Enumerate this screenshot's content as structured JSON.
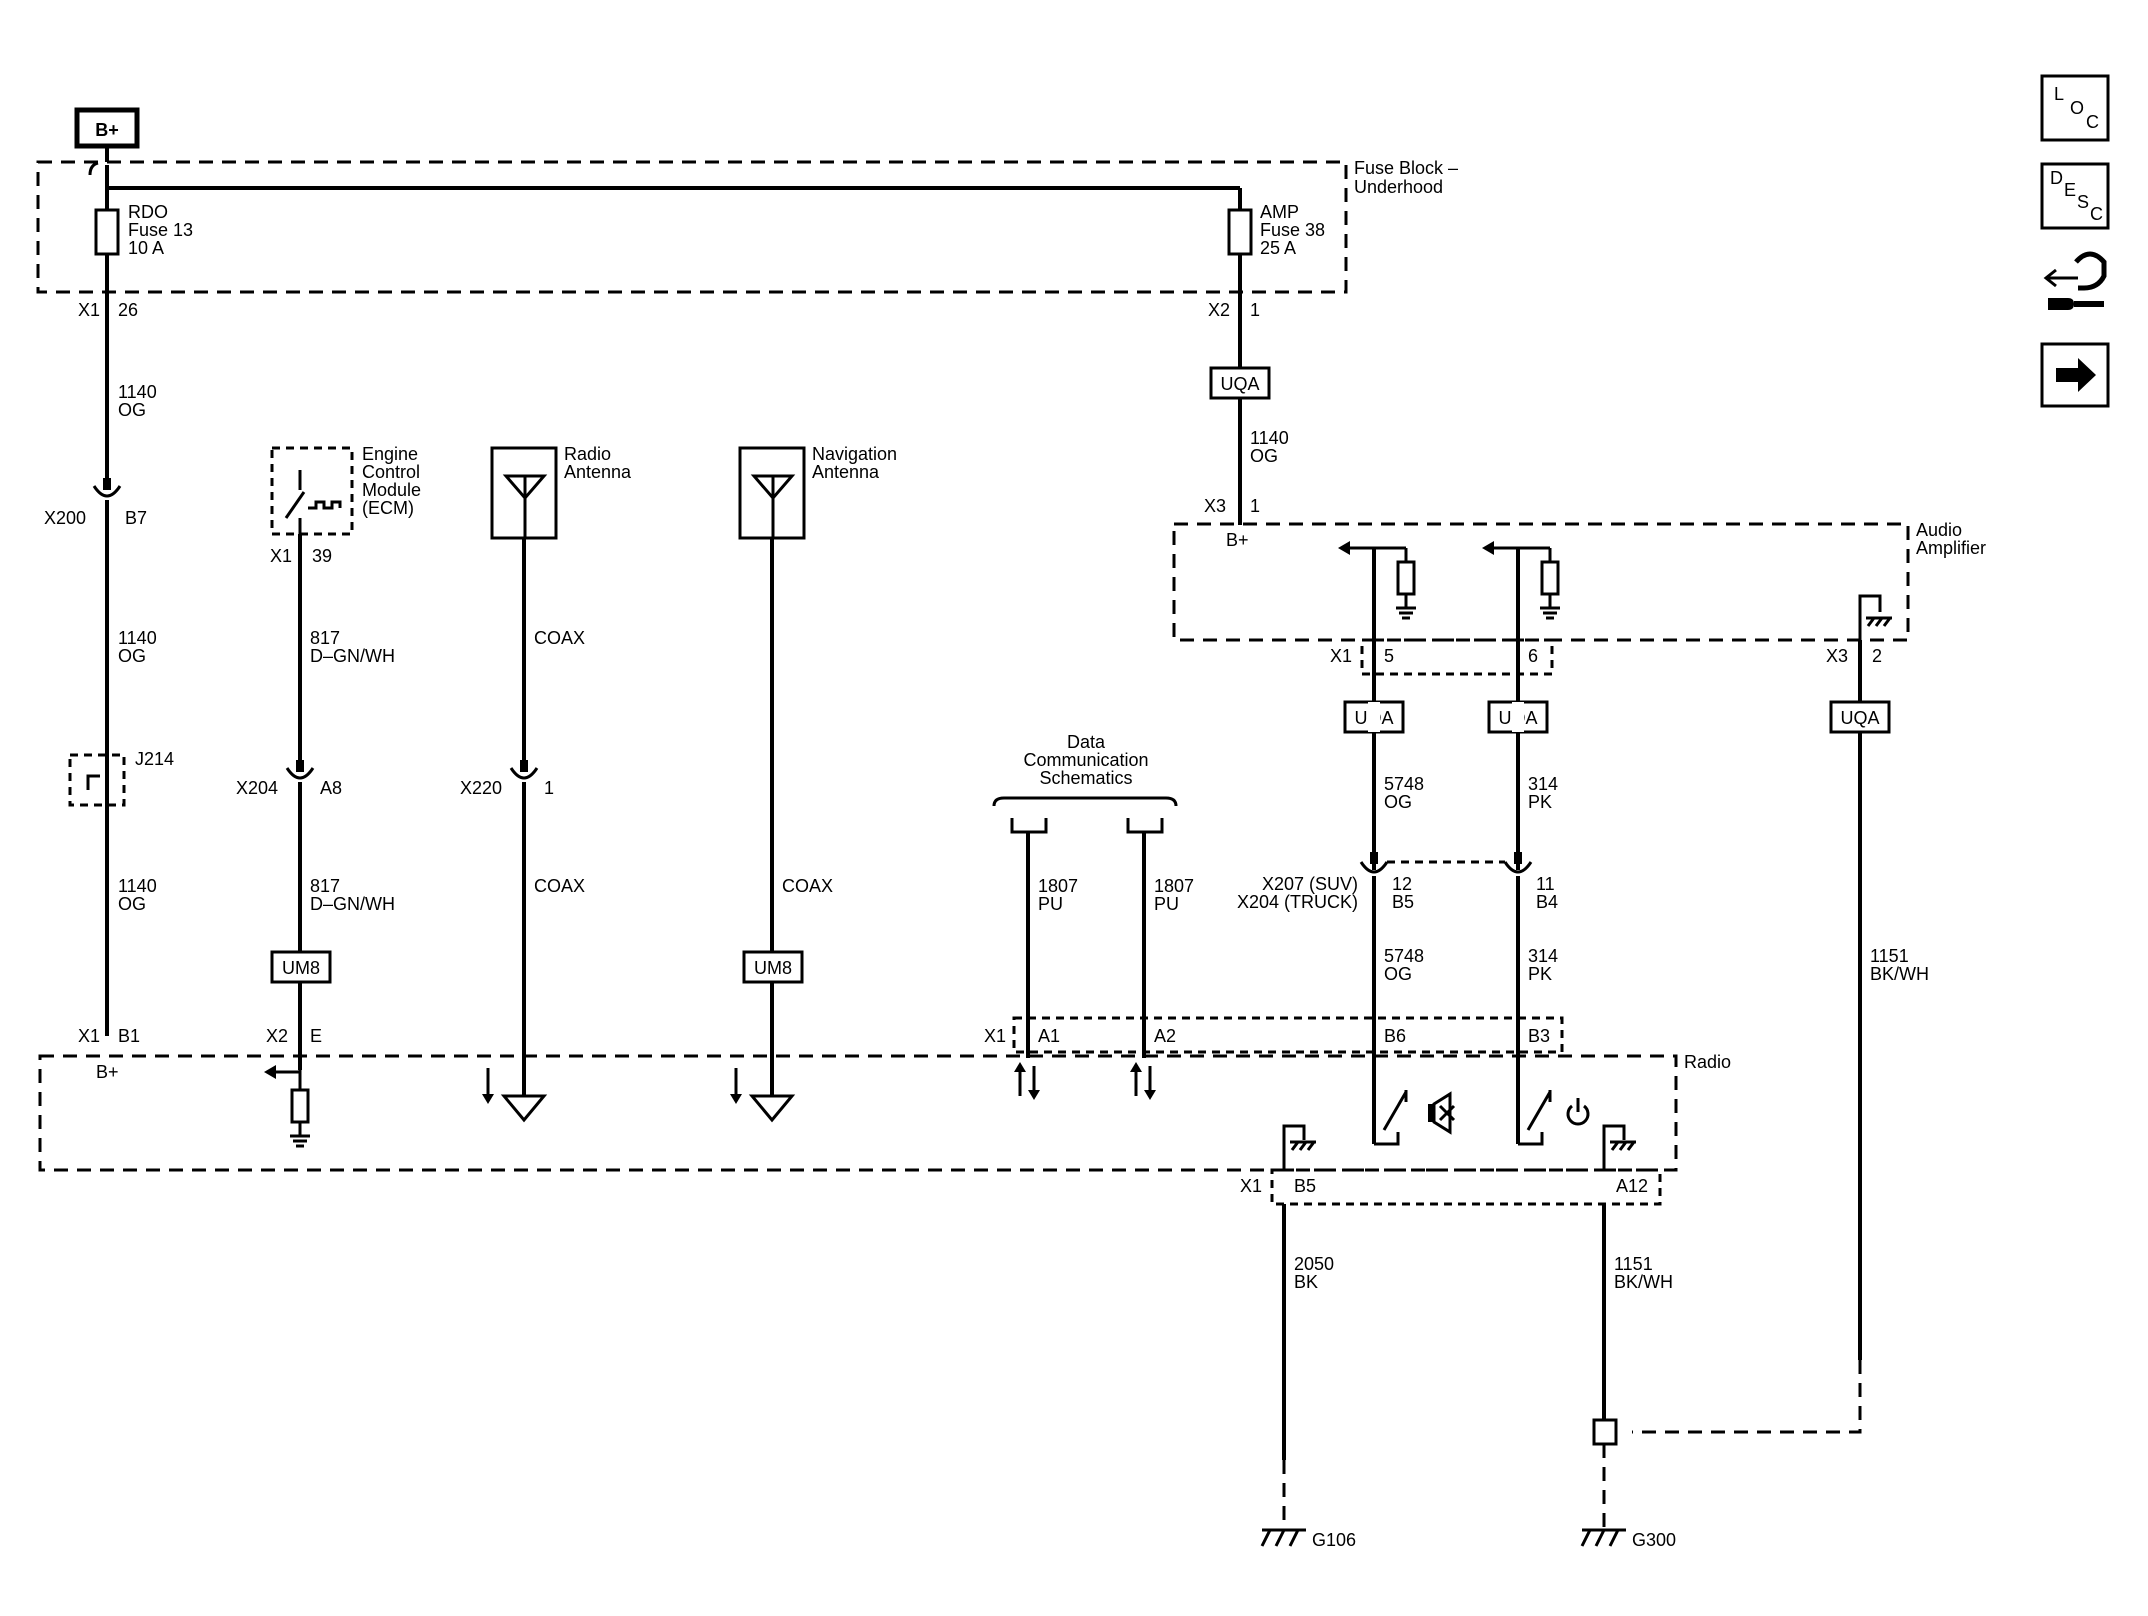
{
  "power": {
    "label": "B+"
  },
  "fuse_block": {
    "title_line1": "Fuse Block –",
    "title_line2": "Underhood",
    "fuse_rdo": {
      "line1": "RDO",
      "line2": "Fuse 13",
      "line3": "10 A"
    },
    "fuse_amp": {
      "line1": "AMP",
      "line2": "Fuse 38",
      "line3": "25 A"
    },
    "x1": "X1",
    "x1_pin": "26",
    "x2": "X2",
    "x2_pin": "1"
  },
  "circuit_1140": {
    "seg1": {
      "num": "1140",
      "color": "OG"
    },
    "conn_x200": "X200",
    "conn_x200_pin": "B7",
    "seg2": {
      "num": "1140",
      "color": "OG"
    },
    "splice": "J214",
    "seg3": {
      "num": "1140",
      "color": "OG"
    }
  },
  "amp_feed": {
    "uqa": "UQA",
    "seg": {
      "num": "1140",
      "color": "OG"
    },
    "x3": "X3",
    "x3_pin": "1"
  },
  "ecm": {
    "title_line1": "Engine",
    "title_line2": "Control",
    "title_line3": "Module",
    "title_line4": "(ECM)",
    "x1": "X1",
    "x1_pin": "39",
    "seg1": {
      "num": "817",
      "color": "D–GN/WH"
    },
    "conn": "X204",
    "conn_pin": "A8",
    "seg2": {
      "num": "817",
      "color": "D–GN/WH"
    },
    "um8": "UM8"
  },
  "radio_antenna": {
    "title_line1": "Radio",
    "title_line2": "Antenna",
    "coax1": "COAX",
    "conn": "X220",
    "conn_pin": "1",
    "coax2": "COAX"
  },
  "nav_antenna": {
    "title_line1": "Navigation",
    "title_line2": "Antenna",
    "coax": "COAX",
    "um8": "UM8"
  },
  "data_comm": {
    "title_line1": "Data",
    "title_line2": "Communication",
    "title_line3": "Schematics",
    "wire1": {
      "num": "1807",
      "color": "PU"
    },
    "wire2": {
      "num": "1807",
      "color": "PU"
    }
  },
  "audio_amplifier": {
    "title_line1": "Audio",
    "title_line2": "Amplifier",
    "bplus": "B+",
    "x1": "X1",
    "pin5": "5",
    "pin6": "6",
    "x3": "X3",
    "x3_pin": "2",
    "uqa1": "UQA",
    "uqa2": "UQA",
    "uqa3": "UQA"
  },
  "inline_conn": {
    "line1": "X207 (SUV)",
    "line2": "X204 (TRUCK)",
    "pin12": "12",
    "pinB5": "B5",
    "pin11": "11",
    "pinB4": "B4",
    "wire5748_top": {
      "num": "5748",
      "color": "OG"
    },
    "wire314_top": {
      "num": "314",
      "color": "PK"
    },
    "wire5748_bot": {
      "num": "5748",
      "color": "OG"
    },
    "wire314_bot": {
      "num": "314",
      "color": "PK"
    },
    "wire1151": {
      "num": "1151",
      "color": "BK/WH"
    }
  },
  "radio": {
    "title": "Radio",
    "x1_left": "X1",
    "b1": "B1",
    "bplus": "B+",
    "x2": "X2",
    "e": "E",
    "x1_mid": "X1",
    "a1": "A1",
    "a2": "A2",
    "b6": "B6",
    "b3": "B3",
    "x1_bottom": "X1",
    "b5": "B5",
    "a12": "A12"
  },
  "grounds": {
    "wire2050": {
      "num": "2050",
      "color": "BK"
    },
    "wire1151": {
      "num": "1151",
      "color": "BK/WH"
    },
    "g106": "G106",
    "g300": "G300"
  },
  "side_icons": {
    "loc": {
      "l1": "L",
      "l2": "O",
      "l3": "C"
    },
    "desc": {
      "l1": "D",
      "l2": "E",
      "l3": "S",
      "l4": "C"
    },
    "icons": [
      "location-icon",
      "description-icon",
      "connector-tool-icon",
      "next-arrow-icon"
    ]
  }
}
